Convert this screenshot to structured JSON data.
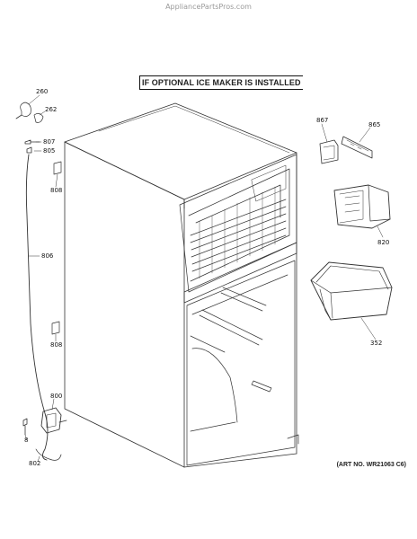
{
  "source": "AppliancePartsPros.com",
  "banner": "IF OPTIONAL ICE MAKER IS INSTALLED",
  "art_no": "(ART NO. WR21063 C6)",
  "callouts": {
    "p260": "260",
    "p262": "262",
    "p807": "807",
    "p805": "805",
    "p808a": "808",
    "p806": "806",
    "p808b": "808",
    "p800": "800",
    "p8": "8",
    "p802": "802",
    "p867": "867",
    "p865": "865",
    "p820": "820",
    "p352": "352"
  }
}
